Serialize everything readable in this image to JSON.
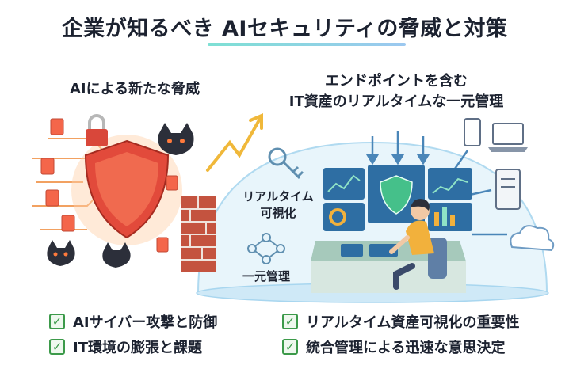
{
  "title": "企業が知るべき AIセキュリティの脅威と対策",
  "left_heading": "AIによる新たな脅威",
  "right_heading_line1": "エンドポイントを含む",
  "right_heading_line2": "IT資産のリアルタイムな一元管理",
  "dome_label_visibility_line1": "リアルタイム",
  "dome_label_visibility_line2": "可視化",
  "dome_label_management": "一元管理",
  "checklist_left": [
    "AIサイバー攻撃と防御",
    "IT環境の膨張と課題"
  ],
  "checklist_right": [
    "リアルタイム資産可視化の重要性",
    "統合管理による迅速な意思決定"
  ],
  "check_mark": "✓",
  "colors": {
    "shield": "#e24a3b",
    "shield_glow": "#f6a04a",
    "brick": "#c4533f",
    "dome": "#cfe9f7",
    "monitor": "#5aa1c8",
    "accent_green": "#3c9a4a",
    "person_shirt": "#f2b13c"
  },
  "icons": [
    "document-icon",
    "lock-icon",
    "cat-threat-icon",
    "shield-icon",
    "brick-wall-icon",
    "arrow-up-icon",
    "key-icon",
    "network-icon",
    "phone-icon",
    "laptop-icon",
    "server-icon",
    "cloud-icon",
    "person-icon",
    "checkbox-icon"
  ]
}
